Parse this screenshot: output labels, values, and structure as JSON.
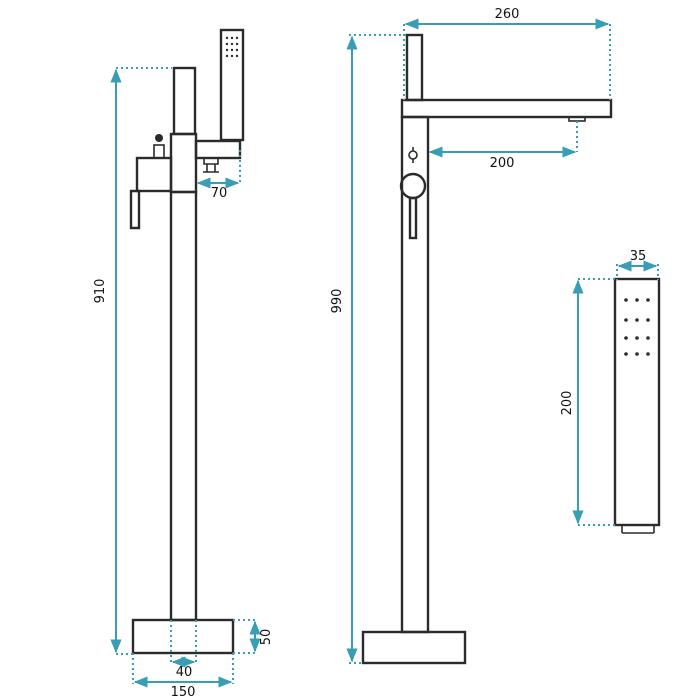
{
  "colors": {
    "line": "#2b2b2b",
    "dimension": "#3a9db6"
  },
  "side_view": {
    "height_label": "910",
    "handle_reach_label": "70",
    "pipe_width_label": "40",
    "base_width_label": "150",
    "base_height_label": "50"
  },
  "front_view": {
    "height_label": "990",
    "spout_length_label": "260",
    "spout_reach_label": "200"
  },
  "hand_shower": {
    "width_label": "35",
    "length_label": "200"
  }
}
